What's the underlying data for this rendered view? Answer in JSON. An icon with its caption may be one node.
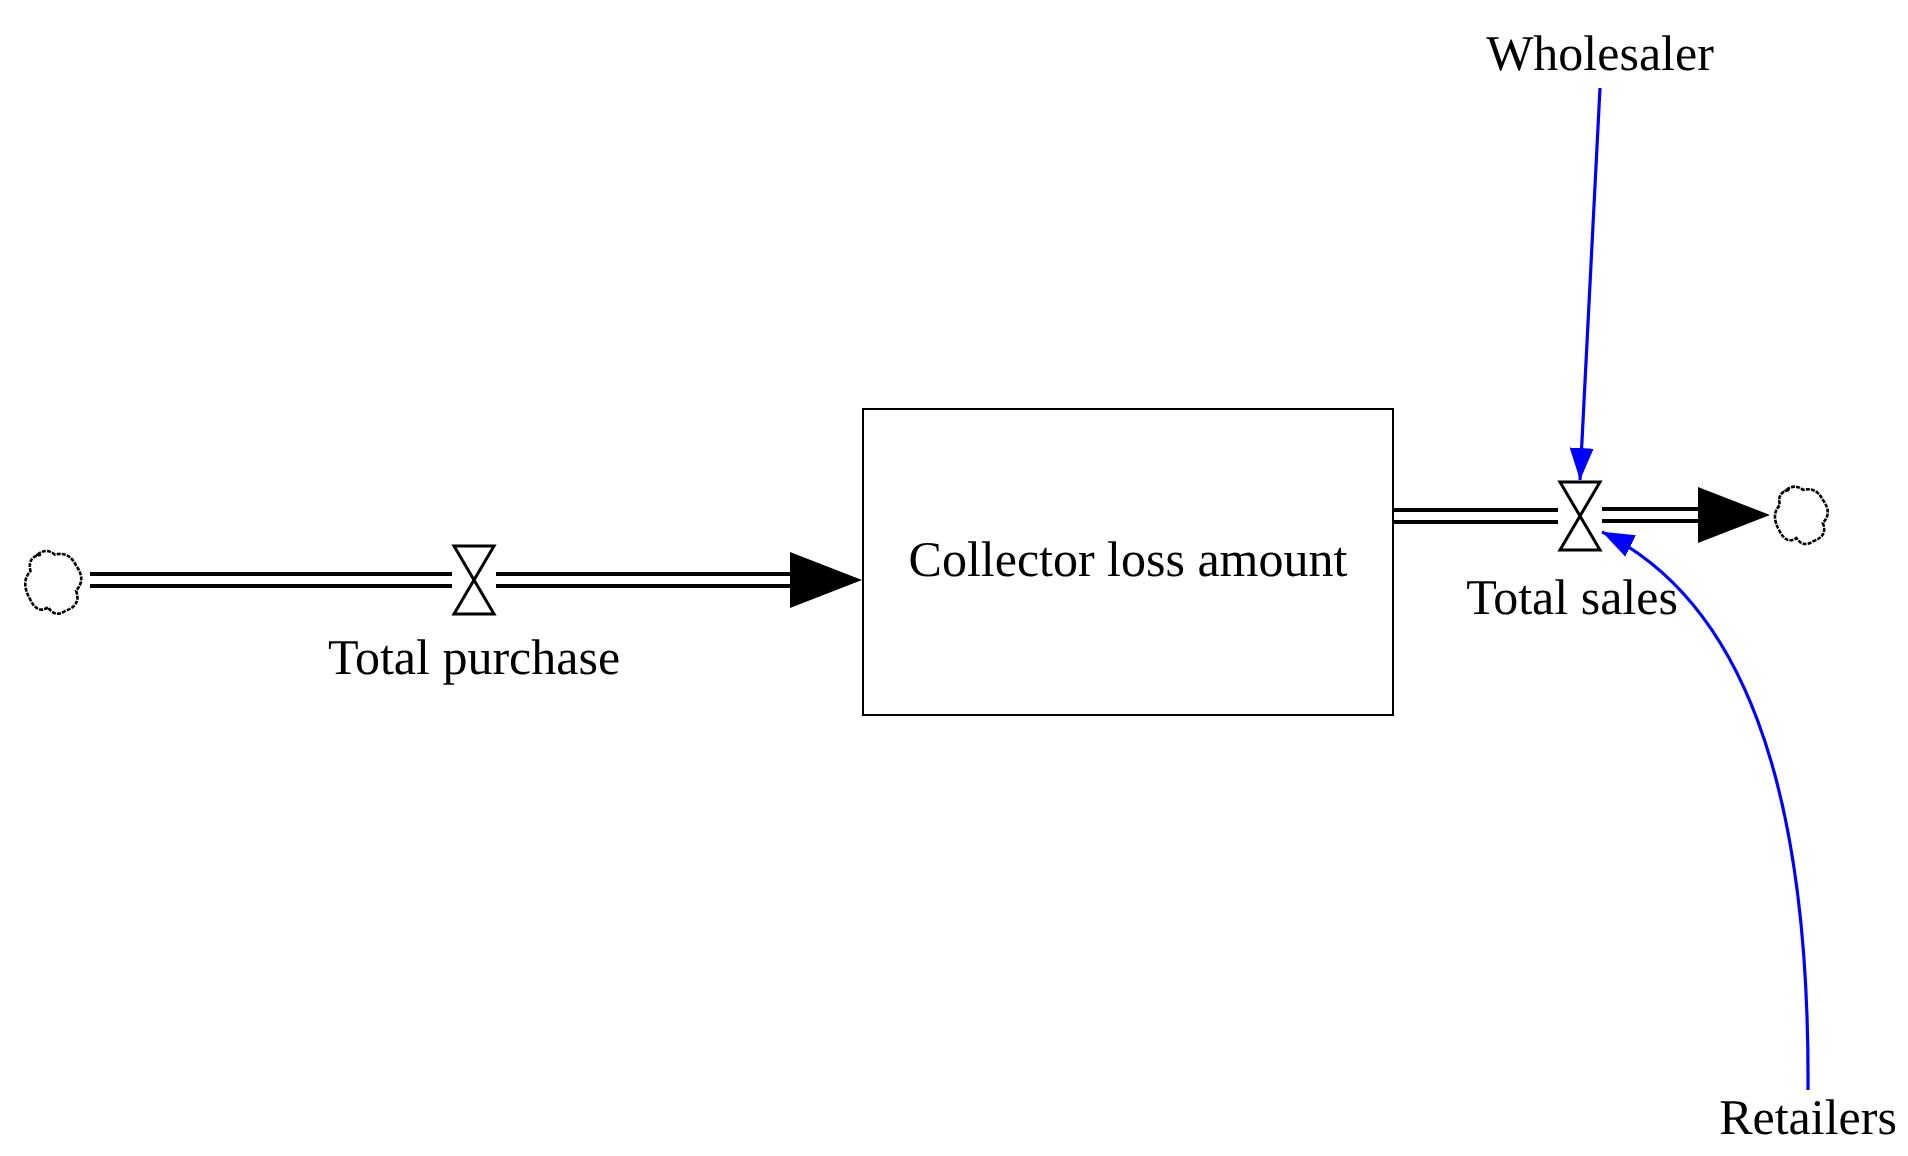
{
  "diagram": {
    "nodes": [
      {
        "text": [],
        "shape": "cloud"
      },
      {
        "text": [],
        "shape": "valve",
        "beside": [
          "Total purchase"
        ]
      },
      {
        "text": [
          "Collector loss amount"
        ]
      },
      {
        "text": [],
        "shape": "valve",
        "beside": [
          "Total sales"
        ]
      },
      {
        "text": [],
        "shape": "cloud"
      },
      {
        "text": [
          "Wholesaler"
        ]
      },
      {
        "text": [
          "Retailers"
        ]
      }
    ],
    "edges": [
      {
        "from": 0,
        "to": 1,
        "arrow": "none",
        "style": "thick"
      },
      {
        "from": 1,
        "to": 2,
        "arrow": "to",
        "style": "thick"
      },
      {
        "from": 2,
        "to": 3,
        "arrow": "none",
        "style": "thick"
      },
      {
        "from": 3,
        "to": 4,
        "arrow": "to",
        "style": "thick"
      },
      {
        "from": 5,
        "to": 3,
        "arrow": "to",
        "color": "#0000ff"
      },
      {
        "from": 6,
        "to": 3,
        "arrow": "to",
        "color": "#0000ff"
      }
    ]
  }
}
